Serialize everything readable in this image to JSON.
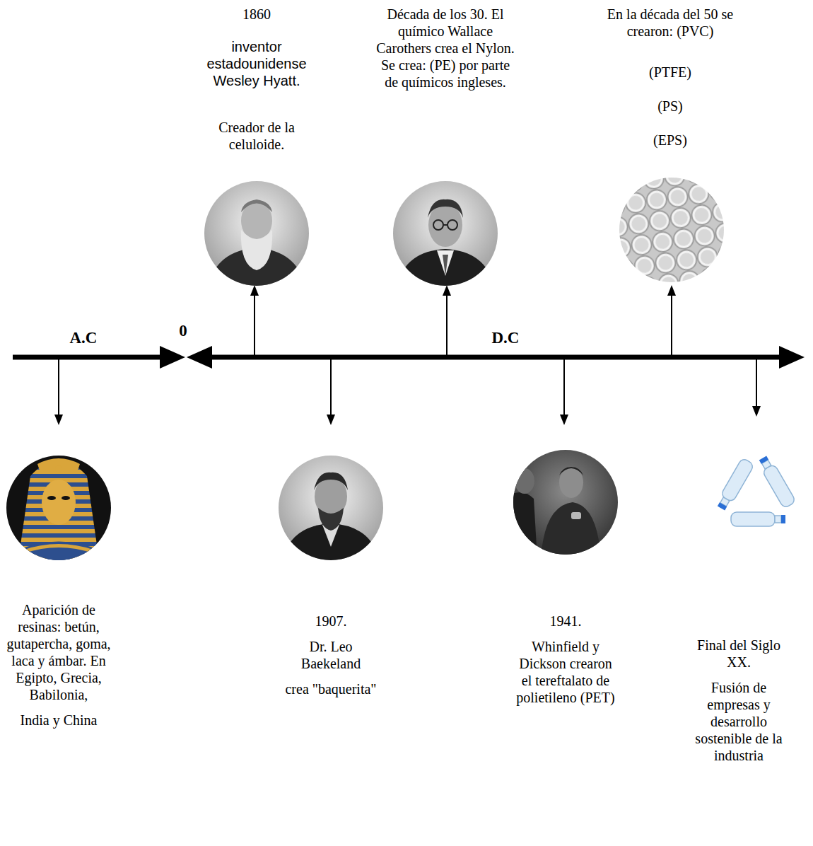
{
  "diagram": {
    "labels": [
      "1860",
      "inventor estadounidense Wesley Hyatt.",
      "Creador de la celuloide.",
      "Década de los 30. El químico Wallace Carothers crea el Nylon. Se crea: (PE) por parte de químicos ingleses.",
      "En la década del 50 se crearon: (PVC)",
      "(PTFE)",
      "(PS)",
      "(EPS)",
      "A.C",
      "0",
      "D.C",
      "Aparición de resinas: betún, gutapercha, goma, laca y ámbar. En Egipto, Grecia, Babilonia,",
      "India y China",
      "1907.",
      "Dr. Leo Baekeland",
      "crea \"baquerita\"",
      "1941.",
      "Whinfield y Dickson crearon el tereftalato de polietileno (PET)",
      "Final del Siglo XX.",
      "Fusión de empresas y desarrollo sostenible de la industria"
    ]
  }
}
